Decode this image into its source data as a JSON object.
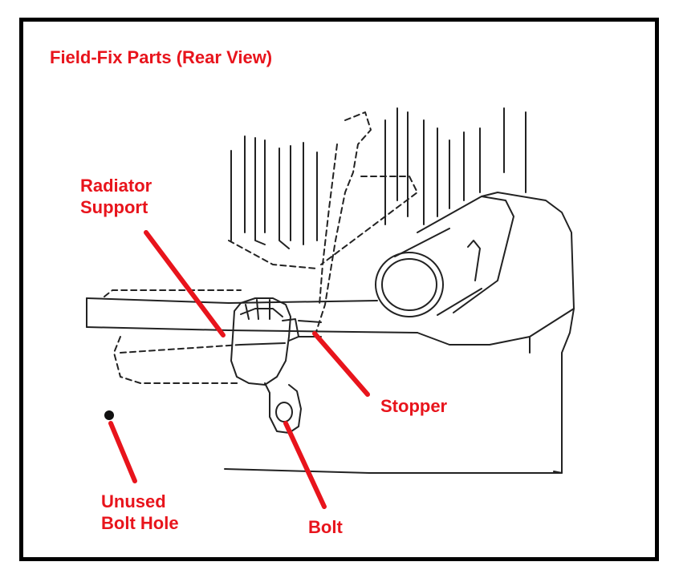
{
  "title": "Field-Fix Parts (Rear View)",
  "labels": {
    "radiator_support_line1": "Radiator",
    "radiator_support_line2": "Support",
    "stopper": "Stopper",
    "unused_bolt_hole_line1": "Unused",
    "unused_bolt_hole_line2": "Bolt Hole",
    "bolt": "Bolt"
  },
  "colors": {
    "label": "#e8141c",
    "leader": "#e8141c",
    "drawing": "#222222",
    "frame": "#000000"
  }
}
